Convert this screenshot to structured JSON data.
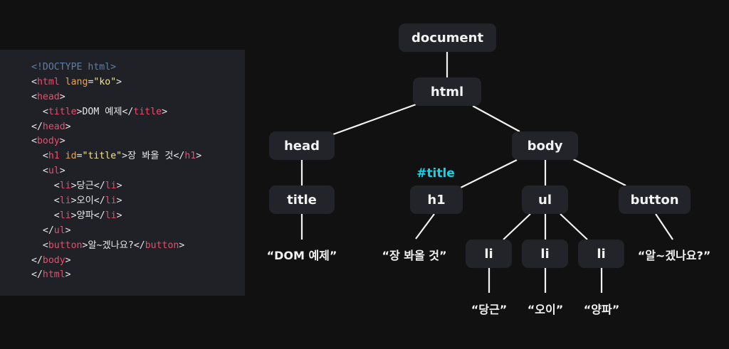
{
  "code": {
    "lines": [
      [
        {
          "t": "<!DOCTYPE html>",
          "c": "doctype"
        }
      ],
      [
        {
          "t": "<",
          "c": "punc"
        },
        {
          "t": "html",
          "c": "tag"
        },
        {
          "t": " ",
          "c": "text"
        },
        {
          "t": "lang",
          "c": "attr"
        },
        {
          "t": "=",
          "c": "punc"
        },
        {
          "t": "\"ko\"",
          "c": "str"
        },
        {
          "t": ">",
          "c": "punc"
        }
      ],
      [
        {
          "t": "<",
          "c": "punc"
        },
        {
          "t": "head",
          "c": "tag"
        },
        {
          "t": ">",
          "c": "punc"
        }
      ],
      [
        {
          "t": "  <",
          "c": "punc"
        },
        {
          "t": "title",
          "c": "tag"
        },
        {
          "t": ">DOM 예제</",
          "c": "text"
        },
        {
          "t": "title",
          "c": "tag"
        },
        {
          "t": ">",
          "c": "punc"
        }
      ],
      [
        {
          "t": "</",
          "c": "punc"
        },
        {
          "t": "head",
          "c": "tag"
        },
        {
          "t": ">",
          "c": "punc"
        }
      ],
      [
        {
          "t": "<",
          "c": "punc"
        },
        {
          "t": "body",
          "c": "tag"
        },
        {
          "t": ">",
          "c": "punc"
        }
      ],
      [
        {
          "t": "  <",
          "c": "punc"
        },
        {
          "t": "h1",
          "c": "tag"
        },
        {
          "t": " ",
          "c": "text"
        },
        {
          "t": "id",
          "c": "attr"
        },
        {
          "t": "=",
          "c": "punc"
        },
        {
          "t": "\"title\"",
          "c": "str"
        },
        {
          "t": ">장 봐올 것</",
          "c": "text"
        },
        {
          "t": "h1",
          "c": "tag"
        },
        {
          "t": ">",
          "c": "punc"
        }
      ],
      [
        {
          "t": "  <",
          "c": "punc"
        },
        {
          "t": "ul",
          "c": "tag"
        },
        {
          "t": ">",
          "c": "punc"
        }
      ],
      [
        {
          "t": "    <",
          "c": "punc"
        },
        {
          "t": "li",
          "c": "tag"
        },
        {
          "t": ">당근</",
          "c": "text"
        },
        {
          "t": "li",
          "c": "tag"
        },
        {
          "t": ">",
          "c": "punc"
        }
      ],
      [
        {
          "t": "    <",
          "c": "punc"
        },
        {
          "t": "li",
          "c": "tag"
        },
        {
          "t": ">오이</",
          "c": "text"
        },
        {
          "t": "li",
          "c": "tag"
        },
        {
          "t": ">",
          "c": "punc"
        }
      ],
      [
        {
          "t": "    <",
          "c": "punc"
        },
        {
          "t": "li",
          "c": "tag"
        },
        {
          "t": ">양파</",
          "c": "text"
        },
        {
          "t": "li",
          "c": "tag"
        },
        {
          "t": ">",
          "c": "punc"
        }
      ],
      [
        {
          "t": "  </",
          "c": "punc"
        },
        {
          "t": "ul",
          "c": "tag"
        },
        {
          "t": ">",
          "c": "punc"
        }
      ],
      [
        {
          "t": "  <",
          "c": "punc"
        },
        {
          "t": "button",
          "c": "tag"
        },
        {
          "t": ">알~겠나요?</",
          "c": "text"
        },
        {
          "t": "button",
          "c": "tag"
        },
        {
          "t": ">",
          "c": "punc"
        }
      ],
      [
        {
          "t": "</",
          "c": "punc"
        },
        {
          "t": "body",
          "c": "tag"
        },
        {
          "t": ">",
          "c": "punc"
        }
      ],
      [
        {
          "t": "</",
          "c": "punc"
        },
        {
          "t": "html",
          "c": "tag"
        },
        {
          "t": ">",
          "c": "punc"
        }
      ]
    ]
  },
  "colors": {
    "background": "#111112",
    "code_panel": "#202127",
    "node_fill": "#23242a",
    "edge": "#f2f2f2",
    "id_label": "#12d3e8",
    "tag": "#f04a6a",
    "attr": "#f4a43a",
    "string": "#f2e48c",
    "doctype": "#5f7ea6"
  },
  "tree": {
    "nodes": {
      "document": {
        "label": "document"
      },
      "html": {
        "label": "html"
      },
      "head": {
        "label": "head"
      },
      "body": {
        "label": "body"
      },
      "title": {
        "label": "title"
      },
      "h1": {
        "label": "h1",
        "id_label": "#title"
      },
      "ul": {
        "label": "ul"
      },
      "button": {
        "label": "button"
      },
      "li1": {
        "label": "li"
      },
      "li2": {
        "label": "li"
      },
      "li3": {
        "label": "li"
      }
    },
    "text_nodes": {
      "title_text": "“DOM 예제”",
      "h1_text": "“장 봐올 것”",
      "button_text": "“알~겠나요?”",
      "li1_text": "“당근”",
      "li2_text": "“오이”",
      "li3_text": "“양파”"
    }
  }
}
